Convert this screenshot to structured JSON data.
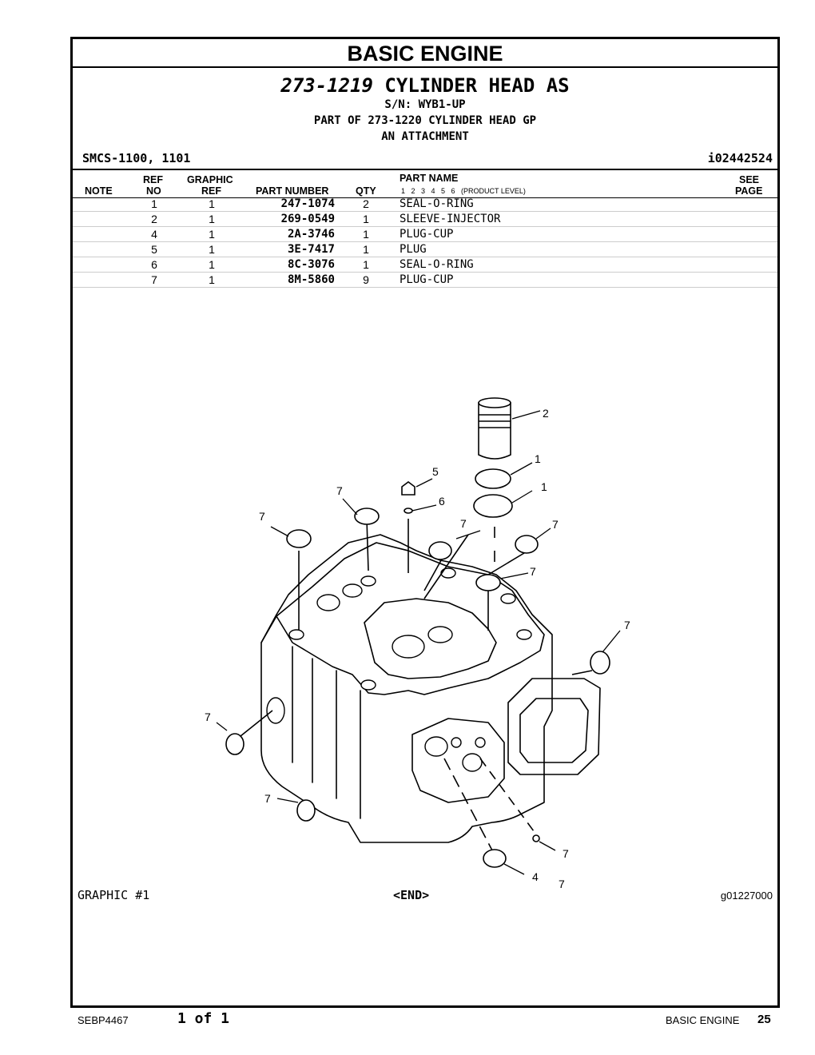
{
  "header": {
    "section_title": "BASIC ENGINE",
    "part_no": "273-1219",
    "part_title": "CYLINDER HEAD AS",
    "serial": "S/N: WYB1-UP",
    "part_of": "PART OF 273-1220 CYLINDER HEAD GP",
    "attachment": "AN ATTACHMENT",
    "smcs": "SMCS-1100, 1101",
    "doc_id": "i02442524"
  },
  "table": {
    "columns": {
      "note": "NOTE",
      "ref_top": "REF",
      "ref_bottom": "NO",
      "graphic_top": "GRAPHIC",
      "graphic_bottom": "REF",
      "part_number": "PART NUMBER",
      "qty": "QTY",
      "part_name": "PART NAME",
      "levels": "1   2   3   4   5   6   (PRODUCT LEVEL)",
      "see_top": "SEE",
      "see_bottom": "PAGE"
    },
    "rows": [
      {
        "ref": "1",
        "graphic": "1",
        "part_number": "247-1074",
        "qty": "2",
        "name": "SEAL-O-RING"
      },
      {
        "ref": "2",
        "graphic": "1",
        "part_number": "269-0549",
        "qty": "1",
        "name": "SLEEVE-INJECTOR"
      },
      {
        "ref": "4",
        "graphic": "1",
        "part_number": "2A-3746",
        "qty": "1",
        "name": "PLUG-CUP"
      },
      {
        "ref": "5",
        "graphic": "1",
        "part_number": "3E-7417",
        "qty": "1",
        "name": "PLUG"
      },
      {
        "ref": "6",
        "graphic": "1",
        "part_number": "8C-3076",
        "qty": "1",
        "name": "SEAL-O-RING"
      },
      {
        "ref": "7",
        "graphic": "1",
        "part_number": "8M-5860",
        "qty": "9",
        "name": "PLUG-CUP"
      }
    ]
  },
  "graphic": {
    "callouts": [
      "2",
      "1",
      "1",
      "5",
      "6",
      "7",
      "7",
      "7",
      "7",
      "7",
      "7",
      "7",
      "7",
      "7",
      "4",
      "7"
    ],
    "label": "GRAPHIC #1",
    "end": "<END>",
    "graphic_id": "g01227000"
  },
  "footer": {
    "doc": "SEBP4467",
    "pages": "1 of 1",
    "section": "BASIC ENGINE",
    "page": "25"
  }
}
